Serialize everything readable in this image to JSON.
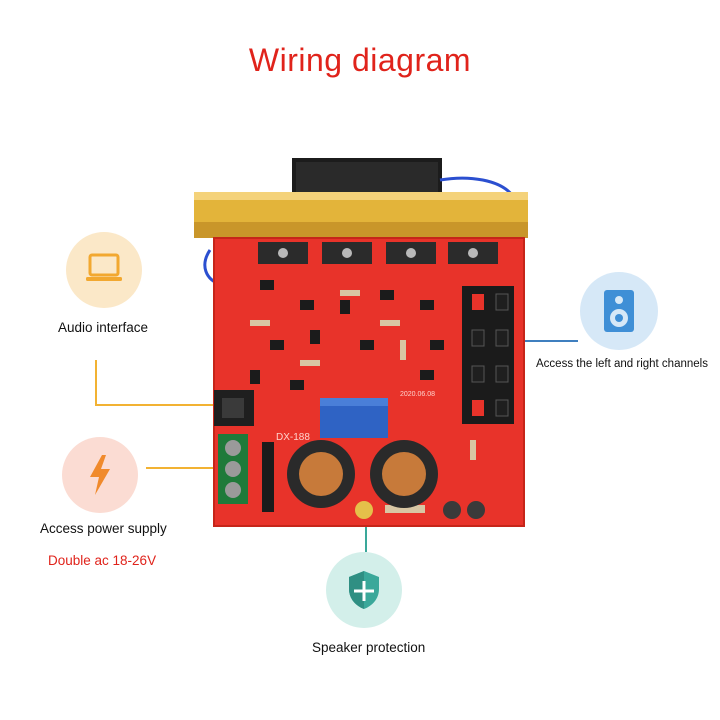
{
  "title": "Wiring diagram",
  "callouts": {
    "audio_interface": {
      "label": "Audio interface",
      "icon": "laptop-icon"
    },
    "power_supply": {
      "label": "Access power supply",
      "note": "Double ac 18-26V",
      "icon": "lightning-bolt-icon"
    },
    "channels": {
      "label": "Access the left and right channels",
      "icon": "speaker-icon"
    },
    "speaker_protection": {
      "label": "Speaker protection",
      "icon": "shield-icon"
    }
  },
  "board": {
    "model_text": "DX-188",
    "date_text": "2020.06.08"
  },
  "colors": {
    "title_red": "#e0231b",
    "board_red": "#e8332a",
    "heatsink_gold": "#e3b43a",
    "connector_line_yellow": "#f2b233",
    "connector_line_blue": "#3f7fbf",
    "connector_line_teal": "#3aa89a"
  }
}
